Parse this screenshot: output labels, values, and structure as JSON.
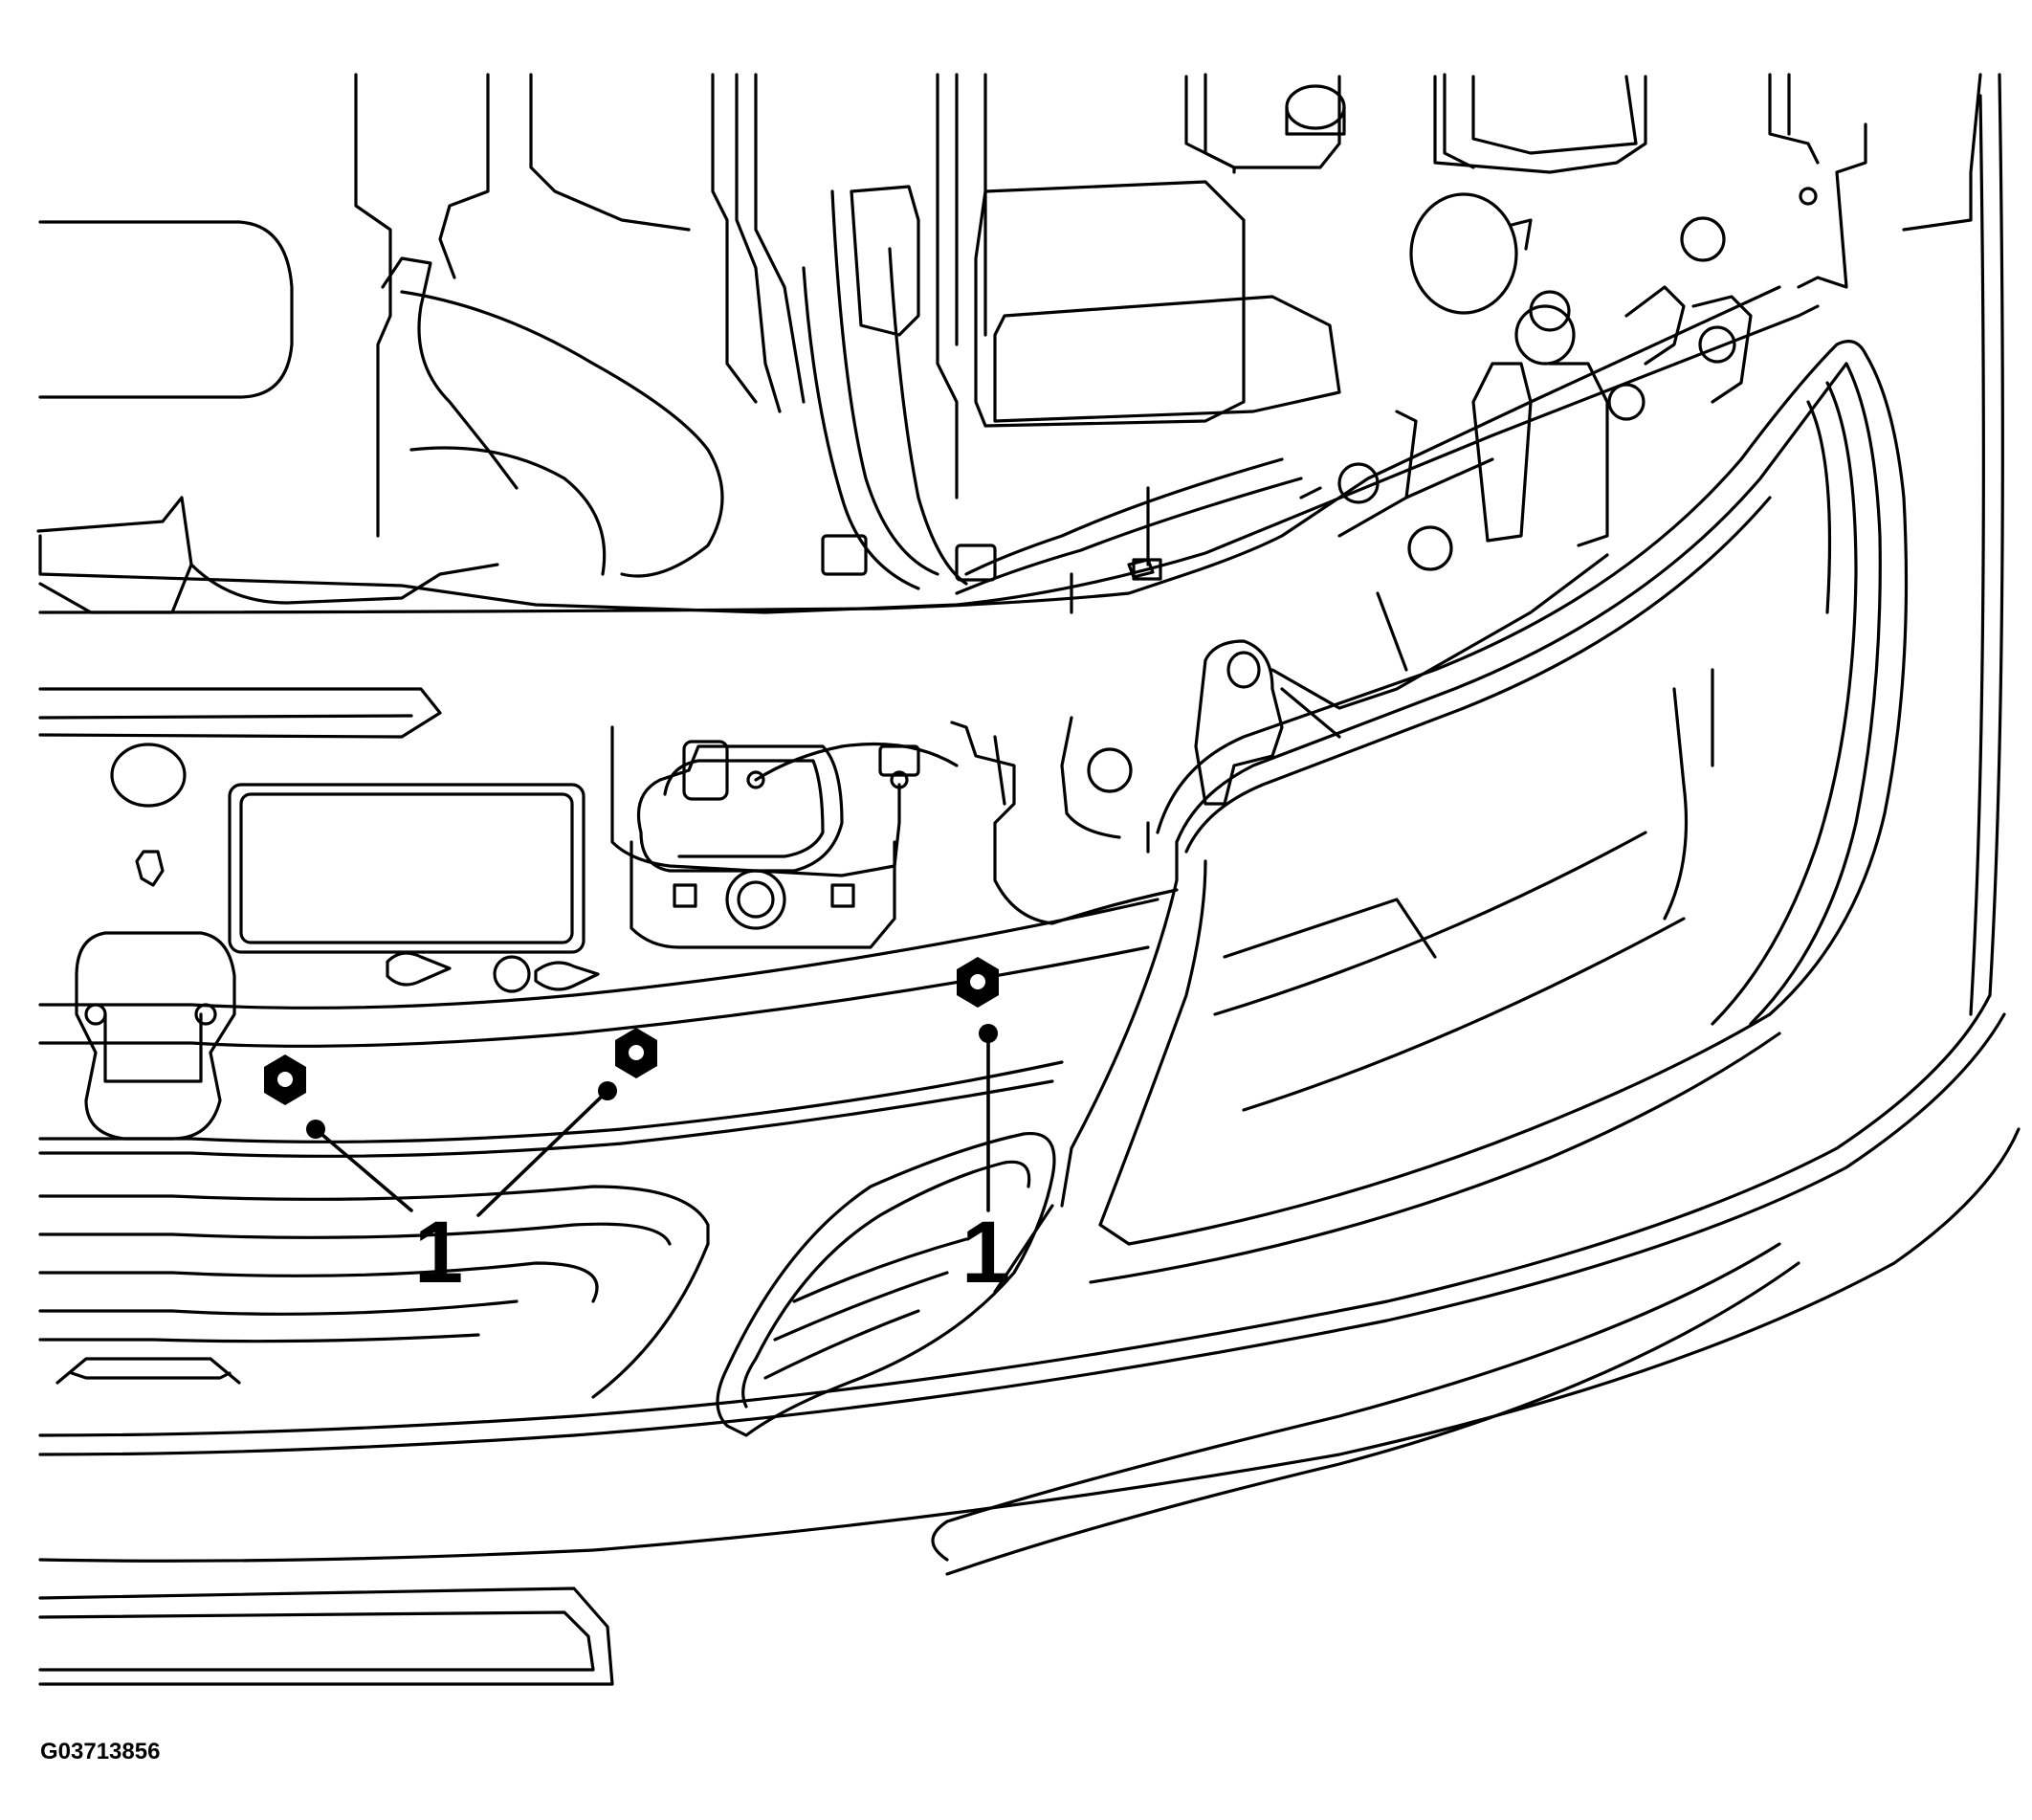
{
  "callouts": [
    {
      "label": "1"
    },
    {
      "label": "1"
    }
  ],
  "figure_id": "G03713856"
}
